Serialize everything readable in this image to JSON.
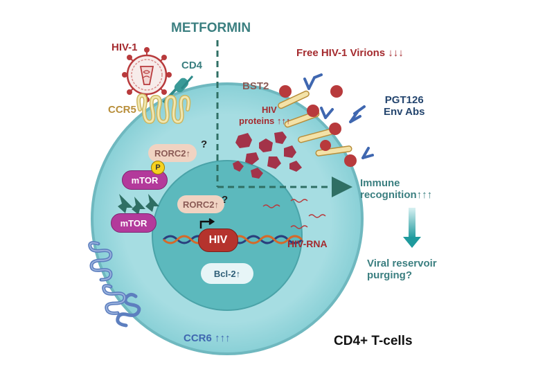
{
  "title": "METFORMIN",
  "labels": {
    "hiv1": "HIV-1",
    "cd4": "CD4",
    "ccr5": "CCR5",
    "free_virions": "Free HIV-1 Virions ↓↓↓",
    "bst2": "BST2",
    "hiv_proteins_line1": "HIV",
    "hiv_proteins_line2": "proteins ↑↑↑",
    "pgt126_line1": "PGT126",
    "pgt126_line2": "Env Abs",
    "rorc2_cyto": "RORC2↑",
    "rorc2_cyto_q": "?",
    "p_badge": "P",
    "mtor_phos": "mTOR",
    "mtor": "mTOR",
    "rorc2_nuc": "RORC2↑",
    "rorc2_nuc_q": "?",
    "hiv_gene": "HIV",
    "hiv_rna": "HIV-RNA",
    "bcl2": "Bcl-2↑",
    "immune_line1": "Immune",
    "immune_line2": "recognition↑↑↑",
    "viral_line1": "Viral reservoir",
    "viral_line2": "purging?",
    "ccr6": "CCR6 ↑↑↑",
    "cell_type": "CD4+ T-cells"
  },
  "colors": {
    "cell_fill": "#8fd3d9",
    "nucleus_fill": "#5cb9bd",
    "metformin_arrow": "#2f6f64",
    "virion": "#b83a3c",
    "antibody": "#3f67b0",
    "ccr6_receptor": "#5d7fbf",
    "ccr5_receptor": "#e8d98a"
  }
}
